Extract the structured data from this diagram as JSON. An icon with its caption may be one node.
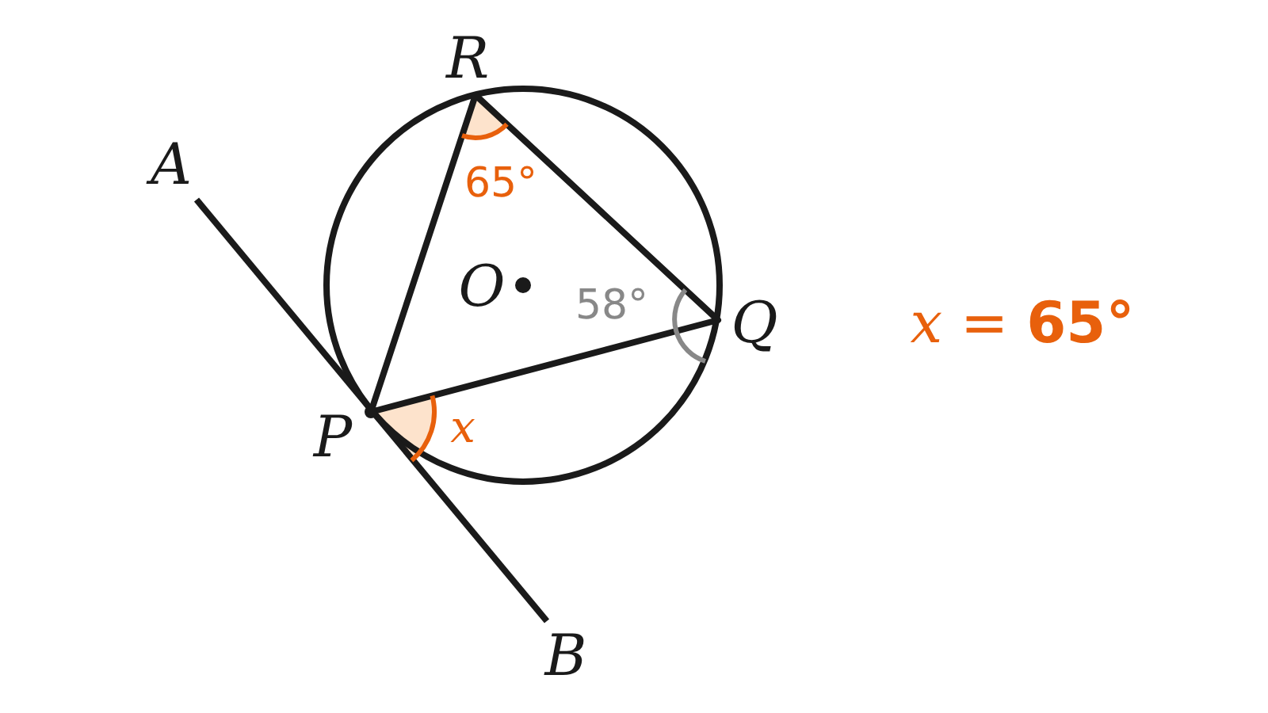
{
  "diagram": {
    "labels": [
      "R",
      "A",
      "65°",
      "O",
      "58°",
      "Q",
      "P",
      "x",
      "B",
      "*x* = **65°**"
    ]
  }
}
